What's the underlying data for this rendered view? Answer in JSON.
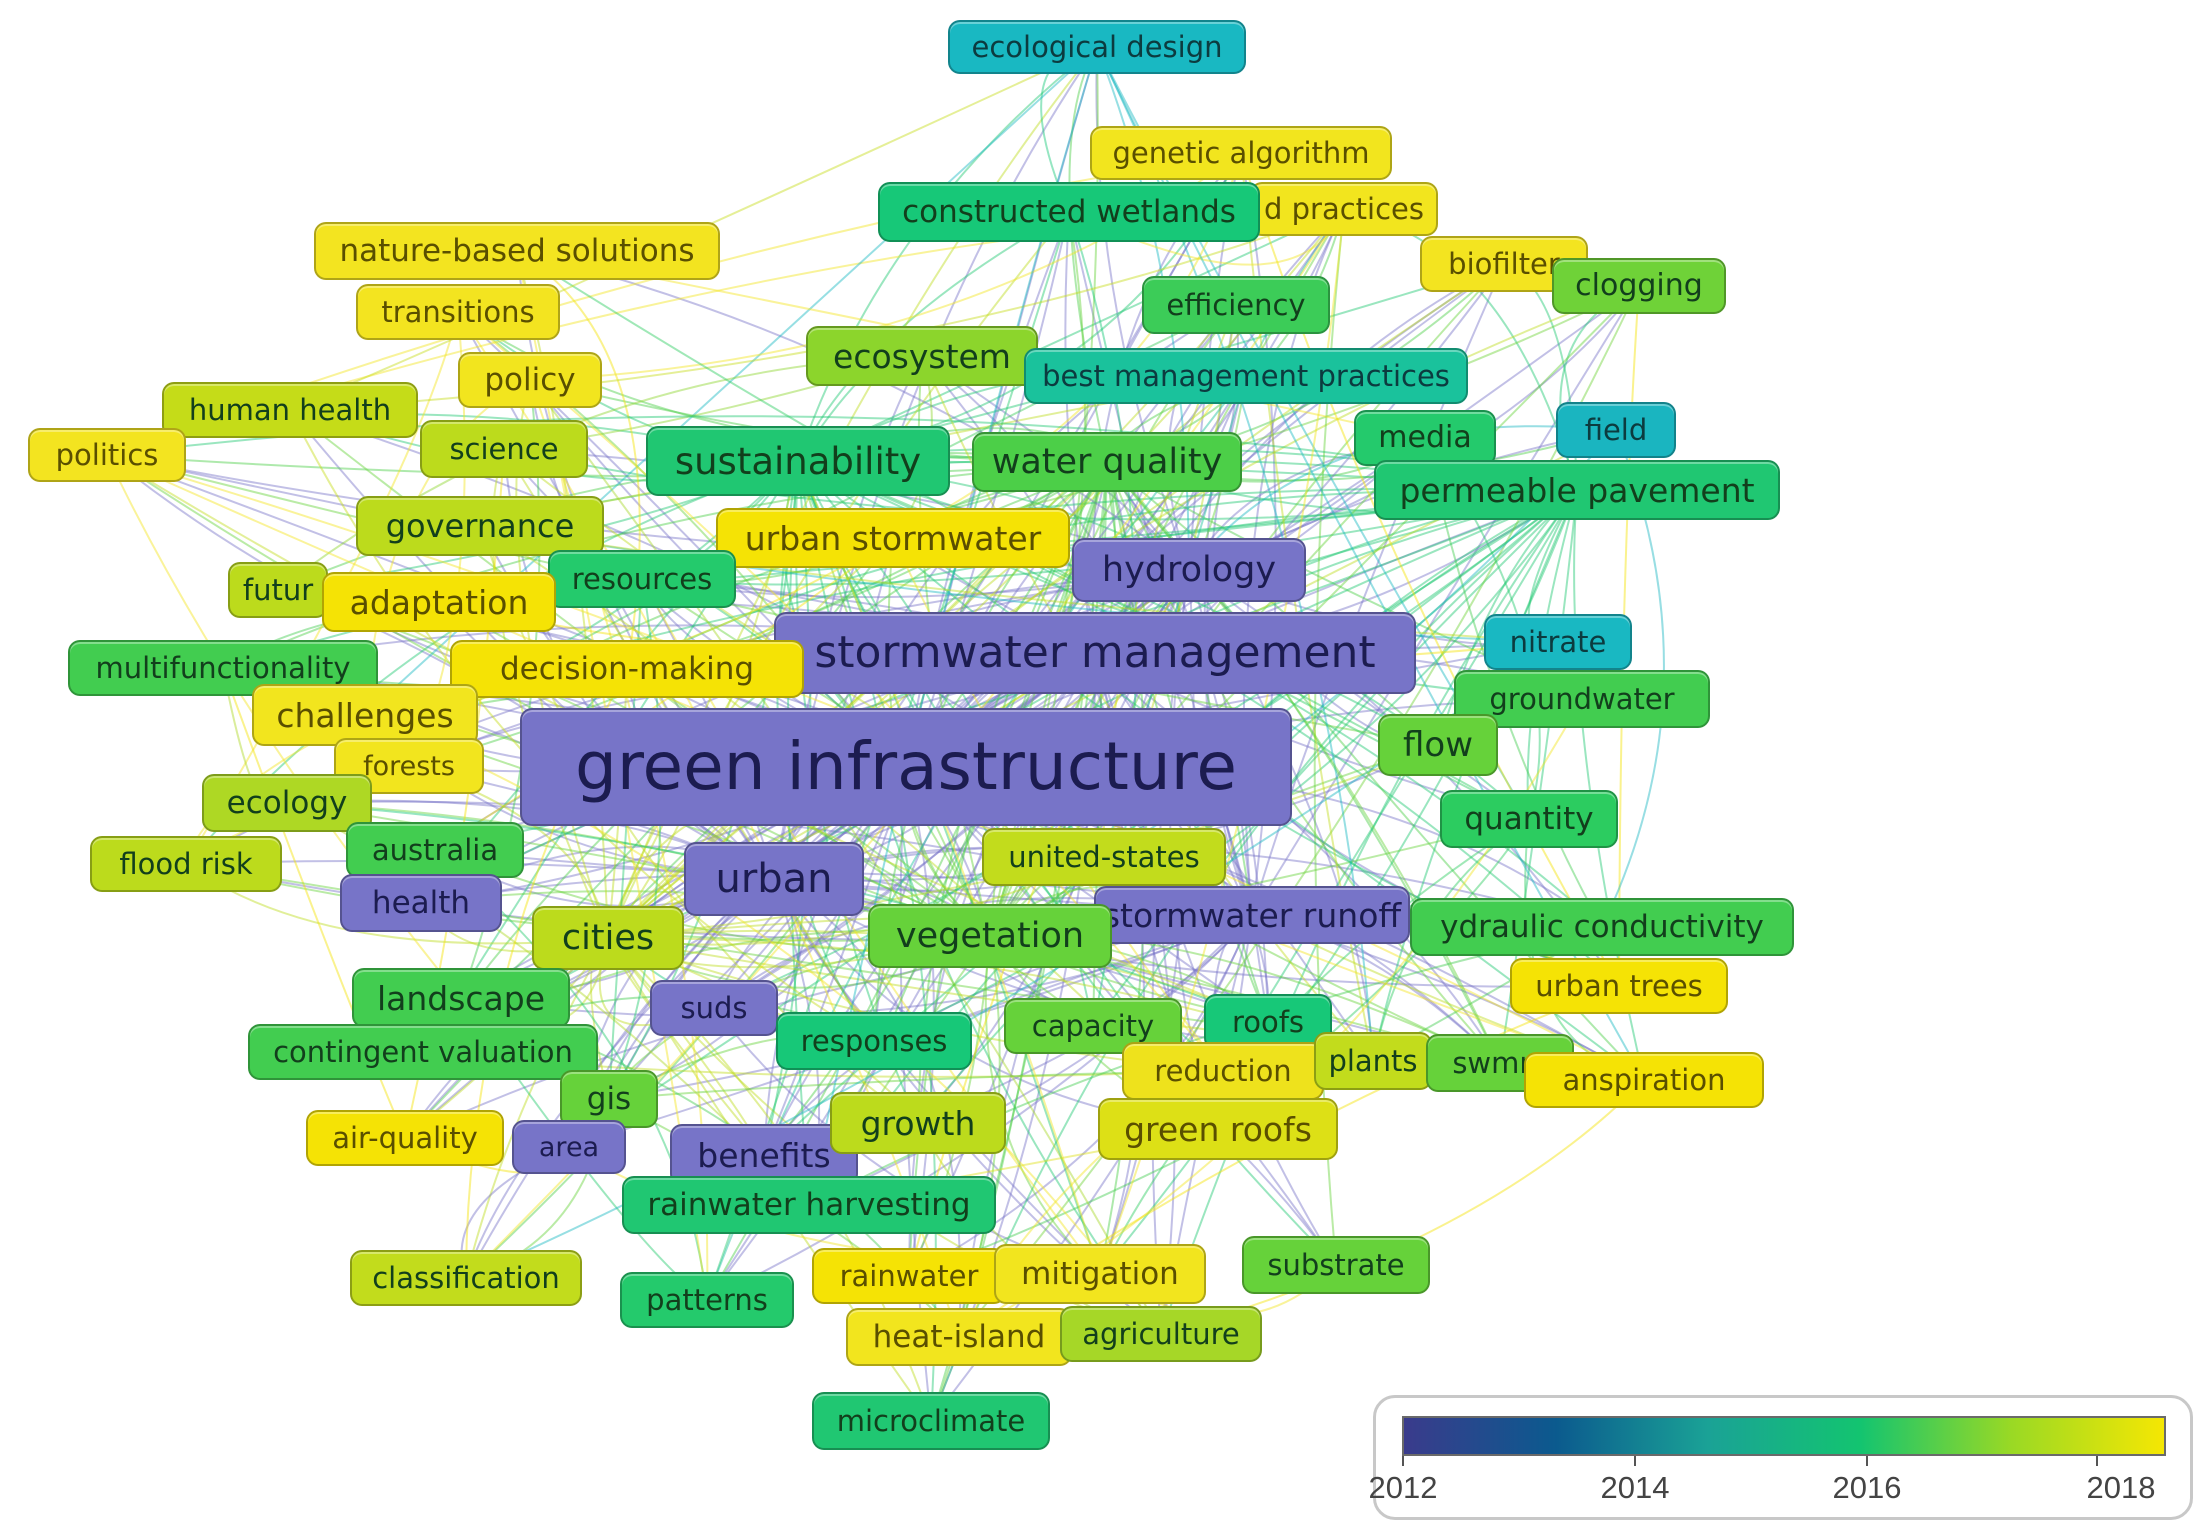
{
  "legend": {
    "colors": [
      "#3a3b8c",
      "#0b5a8e",
      "#1aa296",
      "#13c470",
      "#9ad924",
      "#f5e703"
    ],
    "ticks": [
      "2012",
      "2014",
      "2016",
      "2018"
    ],
    "min_year": 2011.8,
    "max_year": 2018.4
  },
  "nodes": [
    {
      "id": "ecological-design",
      "label": "ecological design",
      "year": 2014.9,
      "fill": "#19b8c2"
    },
    {
      "id": "genetic-algorithm",
      "label": "genetic algorithm",
      "year": 2018.2,
      "fill": "#f2e51e"
    },
    {
      "id": "management-practices",
      "label": "d practices",
      "year": 2018.2,
      "fill": "#f2e51e"
    },
    {
      "id": "constructed-wetlands",
      "label": "constructed wetlands",
      "year": 2016.1,
      "fill": "#17c878"
    },
    {
      "id": "nature-based-solutions",
      "label": "nature-based solutions",
      "year": 2018.3,
      "fill": "#f3e420"
    },
    {
      "id": "biofilter",
      "label": "biofilter",
      "year": 2018.3,
      "fill": "#f3e420"
    },
    {
      "id": "clogging",
      "label": "clogging",
      "year": 2016.9,
      "fill": "#6fd238"
    },
    {
      "id": "transitions",
      "label": "transitions",
      "year": 2018.3,
      "fill": "#f3e420"
    },
    {
      "id": "efficiency",
      "label": "efficiency",
      "year": 2016.6,
      "fill": "#3ccc58"
    },
    {
      "id": "ecosystem",
      "label": "ecosystem",
      "year": 2017.2,
      "fill": "#8cd52c"
    },
    {
      "id": "best-management-practices",
      "label": "best management practices",
      "year": 2015.5,
      "fill": "#1ac29c"
    },
    {
      "id": "policy",
      "label": "policy",
      "year": 2018.2,
      "fill": "#f2e51e"
    },
    {
      "id": "human-health",
      "label": "human health",
      "year": 2017.7,
      "fill": "#c5dc18"
    },
    {
      "id": "politics",
      "label": "politics",
      "year": 2018.3,
      "fill": "#f3e420"
    },
    {
      "id": "science",
      "label": "science",
      "year": 2017.6,
      "fill": "#bcdb1c"
    },
    {
      "id": "media",
      "label": "media",
      "year": 2016.3,
      "fill": "#24ca6c"
    },
    {
      "id": "field",
      "label": "field",
      "year": 2014.8,
      "fill": "#1ab5c0"
    },
    {
      "id": "sustainability",
      "label": "sustainability",
      "year": 2016.2,
      "fill": "#20c772"
    },
    {
      "id": "water-quality",
      "label": "water quality",
      "year": 2016.7,
      "fill": "#4ccf48"
    },
    {
      "id": "permeable-pavement",
      "label": "permeable pavement",
      "year": 2016.2,
      "fill": "#20c772"
    },
    {
      "id": "governance",
      "label": "governance",
      "year": 2017.6,
      "fill": "#bcdb1c"
    },
    {
      "id": "urban-stormwater",
      "label": "urban stormwater",
      "year": 2018.3,
      "fill": "#f5e305"
    },
    {
      "id": "hydrology",
      "label": "hydrology",
      "year": 2011.9,
      "fill": "#7774c8"
    },
    {
      "id": "resources",
      "label": "resources",
      "year": 2016.3,
      "fill": "#24ca6c"
    },
    {
      "id": "future",
      "label": "futur",
      "year": 2017.6,
      "fill": "#bcdb1c"
    },
    {
      "id": "adaptation",
      "label": "adaptation",
      "year": 2018.3,
      "fill": "#f5e305"
    },
    {
      "id": "stormwater-management",
      "label": "stormwater management",
      "year": 2011.9,
      "fill": "#7774c8"
    },
    {
      "id": "nitrate",
      "label": "nitrate",
      "year": 2015.1,
      "fill": "#19b8c2"
    },
    {
      "id": "multifunctionality",
      "label": "multifunctionality",
      "year": 2016.6,
      "fill": "#42cd50"
    },
    {
      "id": "decision-making",
      "label": "decision-making",
      "year": 2018.3,
      "fill": "#f5e305"
    },
    {
      "id": "groundwater",
      "label": "groundwater",
      "year": 2016.6,
      "fill": "#42cd50"
    },
    {
      "id": "challenges",
      "label": "challenges",
      "year": 2018.2,
      "fill": "#f2e51e"
    },
    {
      "id": "flow",
      "label": "flow",
      "year": 2016.9,
      "fill": "#66d23a"
    },
    {
      "id": "green-infrastructure",
      "label": "green infrastructure",
      "year": 2011.9,
      "fill": "#7774c8"
    },
    {
      "id": "forests",
      "label": "forests",
      "year": 2018.2,
      "fill": "#f2e51e"
    },
    {
      "id": "ecology",
      "label": "ecology",
      "year": 2017.5,
      "fill": "#aed824"
    },
    {
      "id": "quantity",
      "label": "quantity",
      "year": 2016.4,
      "fill": "#2ccc60"
    },
    {
      "id": "australia",
      "label": "australia",
      "year": 2016.6,
      "fill": "#42cd50"
    },
    {
      "id": "flood-risk",
      "label": "flood risk",
      "year": 2017.6,
      "fill": "#bcdb1c"
    },
    {
      "id": "united-states",
      "label": "united-states",
      "year": 2017.6,
      "fill": "#c2dc1c"
    },
    {
      "id": "urban",
      "label": "urban",
      "year": 2011.9,
      "fill": "#7774c8"
    },
    {
      "id": "health",
      "label": "health",
      "year": 2011.9,
      "fill": "#7774c8"
    },
    {
      "id": "stormwater-runoff",
      "label": "stormwater runoff",
      "year": 2011.9,
      "fill": "#7774c8"
    },
    {
      "id": "hydraulic-conductivity",
      "label": "ydraulic conductivity",
      "year": 2016.6,
      "fill": "#42cd50"
    },
    {
      "id": "vegetation",
      "label": "vegetation",
      "year": 2016.9,
      "fill": "#66d23a"
    },
    {
      "id": "cities",
      "label": "cities",
      "year": 2017.6,
      "fill": "#bcdb1c"
    },
    {
      "id": "urban-trees",
      "label": "urban trees",
      "year": 2018.3,
      "fill": "#f5e305"
    },
    {
      "id": "landscape",
      "label": "landscape",
      "year": 2016.6,
      "fill": "#42cd50"
    },
    {
      "id": "suds",
      "label": "suds",
      "year": 2011.9,
      "fill": "#7774c8"
    },
    {
      "id": "capacity",
      "label": "capacity",
      "year": 2016.9,
      "fill": "#66d23a"
    },
    {
      "id": "roofs",
      "label": "roofs",
      "year": 2016.1,
      "fill": "#17c878"
    },
    {
      "id": "responses",
      "label": "responses",
      "year": 2016.1,
      "fill": "#17c878"
    },
    {
      "id": "contingent-valuation",
      "label": "contingent valuation",
      "year": 2016.6,
      "fill": "#42cd50"
    },
    {
      "id": "reduction",
      "label": "reduction",
      "year": 2018.2,
      "fill": "#eee21c"
    },
    {
      "id": "plants",
      "label": "plants",
      "year": 2017.6,
      "fill": "#c2dc1c"
    },
    {
      "id": "swmm",
      "label": "swmm",
      "year": 2016.9,
      "fill": "#66d23a"
    },
    {
      "id": "transpiration",
      "label": "anspiration",
      "year": 2018.3,
      "fill": "#f5e305"
    },
    {
      "id": "gis",
      "label": "gis",
      "year": 2016.9,
      "fill": "#66d23a"
    },
    {
      "id": "air-quality",
      "label": "air-quality",
      "year": 2018.3,
      "fill": "#f5e305"
    },
    {
      "id": "area",
      "label": "area",
      "year": 2011.9,
      "fill": "#7774c8"
    },
    {
      "id": "benefits",
      "label": "benefits",
      "year": 2011.9,
      "fill": "#7774c8"
    },
    {
      "id": "growth",
      "label": "growth",
      "year": 2017.6,
      "fill": "#bcdb1c"
    },
    {
      "id": "green-roofs",
      "label": "green roofs",
      "year": 2018.0,
      "fill": "#dde016"
    },
    {
      "id": "rainwater-harvesting",
      "label": "rainwater harvesting",
      "year": 2016.2,
      "fill": "#20c772"
    },
    {
      "id": "substrate",
      "label": "substrate",
      "year": 2016.9,
      "fill": "#66d23a"
    },
    {
      "id": "classification",
      "label": "classification",
      "year": 2017.6,
      "fill": "#c2dc1c"
    },
    {
      "id": "patterns",
      "label": "patterns",
      "year": 2016.3,
      "fill": "#24ca6c"
    },
    {
      "id": "rainwater",
      "label": "rainwater",
      "year": 2018.3,
      "fill": "#f5e305"
    },
    {
      "id": "mitigation",
      "label": "mitigation",
      "year": 2018.2,
      "fill": "#f2e51e"
    },
    {
      "id": "heat-island",
      "label": "heat-island",
      "year": 2018.2,
      "fill": "#f2e51e"
    },
    {
      "id": "agriculture",
      "label": "agriculture",
      "year": 2017.4,
      "fill": "#a6d727"
    },
    {
      "id": "microclimate",
      "label": "microclimate",
      "year": 2016.2,
      "fill": "#20c772"
    }
  ]
}
